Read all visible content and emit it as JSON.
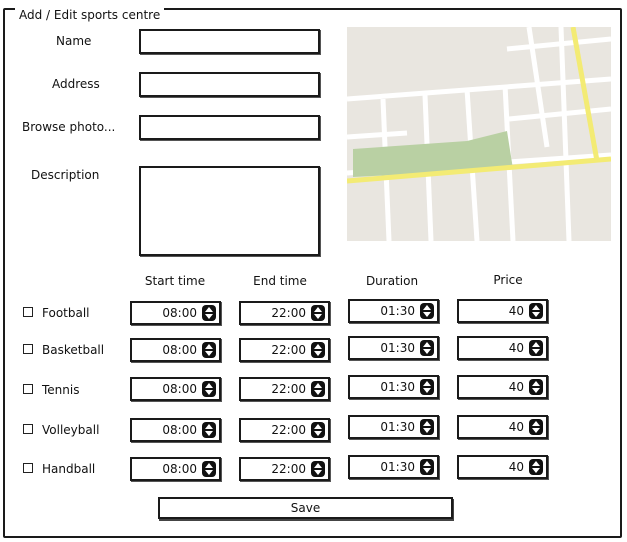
{
  "window": {
    "title": "Add / Edit sports centre"
  },
  "form": {
    "name_label": "Name",
    "address_label": "Address",
    "photo_label": "Browse photo...",
    "description_label": "Description",
    "name_value": "",
    "address_value": "",
    "photo_value": "",
    "description_value": ""
  },
  "map": {
    "icon": "map-image"
  },
  "schedule": {
    "headers": {
      "start": "Start time",
      "end": "End time",
      "duration": "Duration",
      "price": "Price"
    },
    "rows": [
      {
        "sport": "Football",
        "checked": false,
        "start": "08:00",
        "end": "22:00",
        "duration": "01:30",
        "price": "40"
      },
      {
        "sport": "Basketball",
        "checked": false,
        "start": "08:00",
        "end": "22:00",
        "duration": "01:30",
        "price": "40"
      },
      {
        "sport": "Tennis",
        "checked": false,
        "start": "08:00",
        "end": "22:00",
        "duration": "01:30",
        "price": "40"
      },
      {
        "sport": "Volleyball",
        "checked": false,
        "start": "08:00",
        "end": "22:00",
        "duration": "01:30",
        "price": "40"
      },
      {
        "sport": "Handball",
        "checked": false,
        "start": "08:00",
        "end": "22:00",
        "duration": "01:30",
        "price": "40"
      }
    ]
  },
  "actions": {
    "save_label": "Save"
  }
}
